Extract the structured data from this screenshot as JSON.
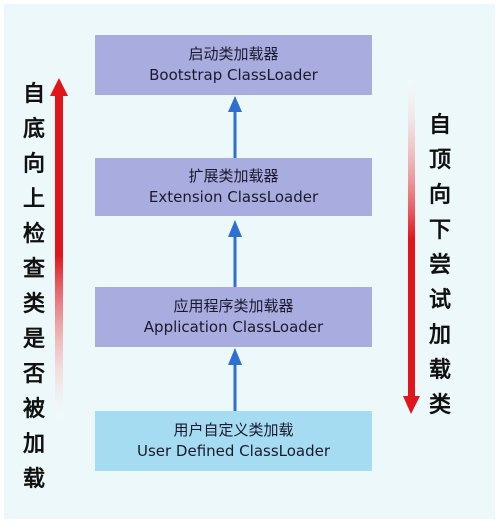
{
  "loaders": [
    {
      "cn": "启动类加载器",
      "en": "Bootstrap ClassLoader"
    },
    {
      "cn": "扩展类加载器",
      "en": "Extension ClassLoader"
    },
    {
      "cn": "应用程序类加载器",
      "en": "Application ClassLoader"
    },
    {
      "cn": "用户自定义类加载",
      "en": "User Defined ClassLoader"
    }
  ],
  "left_label": [
    "自",
    "底",
    "向",
    "上",
    "检",
    "查",
    "类",
    "是",
    "否",
    "被",
    "加",
    "载"
  ],
  "right_label": [
    "自",
    "顶",
    "向",
    "下",
    "尝",
    "试",
    "加",
    "载",
    "类"
  ],
  "colors": {
    "box_system": "#a9acde",
    "box_user": "#a5dcf2",
    "arrow_blue": "#2e6fd1",
    "arrow_red": "#e0161c",
    "background": "#edf8fa"
  }
}
